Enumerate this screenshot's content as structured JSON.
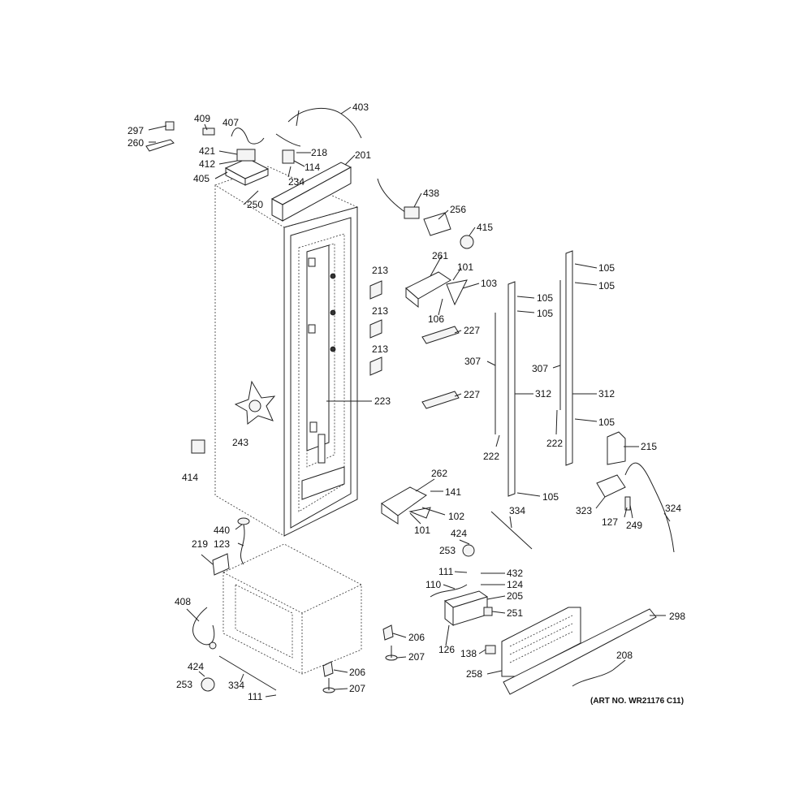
{
  "diagram": {
    "art_number": "(ART NO. WR21176 C11)",
    "callouts": [
      {
        "id": "c297",
        "text": "297"
      },
      {
        "id": "c260",
        "text": "260"
      },
      {
        "id": "c409",
        "text": "409"
      },
      {
        "id": "c407",
        "text": "407"
      },
      {
        "id": "c421",
        "text": "421"
      },
      {
        "id": "c412",
        "text": "412"
      },
      {
        "id": "c405",
        "text": "405"
      },
      {
        "id": "c403",
        "text": "403"
      },
      {
        "id": "c218",
        "text": "218"
      },
      {
        "id": "c114",
        "text": "114"
      },
      {
        "id": "c234",
        "text": "234"
      },
      {
        "id": "c201",
        "text": "201"
      },
      {
        "id": "c250",
        "text": "250"
      },
      {
        "id": "c438",
        "text": "438"
      },
      {
        "id": "c256",
        "text": "256"
      },
      {
        "id": "c415",
        "text": "415"
      },
      {
        "id": "c213a",
        "text": "213"
      },
      {
        "id": "c213b",
        "text": "213"
      },
      {
        "id": "c213c",
        "text": "213"
      },
      {
        "id": "c261",
        "text": "261"
      },
      {
        "id": "c101a",
        "text": "101"
      },
      {
        "id": "c103",
        "text": "103"
      },
      {
        "id": "c106",
        "text": "106"
      },
      {
        "id": "c227a",
        "text": "227"
      },
      {
        "id": "c227b",
        "text": "227"
      },
      {
        "id": "c223",
        "text": "223"
      },
      {
        "id": "c243",
        "text": "243"
      },
      {
        "id": "c414",
        "text": "414"
      },
      {
        "id": "c105a",
        "text": "105"
      },
      {
        "id": "c105b",
        "text": "105"
      },
      {
        "id": "c105c",
        "text": "105"
      },
      {
        "id": "c105d",
        "text": "105"
      },
      {
        "id": "c105e",
        "text": "105"
      },
      {
        "id": "c105f",
        "text": "105"
      },
      {
        "id": "c307a",
        "text": "307"
      },
      {
        "id": "c307b",
        "text": "307"
      },
      {
        "id": "c312a",
        "text": "312"
      },
      {
        "id": "c312b",
        "text": "312"
      },
      {
        "id": "c222a",
        "text": "222"
      },
      {
        "id": "c222b",
        "text": "222"
      },
      {
        "id": "c215",
        "text": "215"
      },
      {
        "id": "c262",
        "text": "262"
      },
      {
        "id": "c141",
        "text": "141"
      },
      {
        "id": "c102",
        "text": "102"
      },
      {
        "id": "c101b",
        "text": "101"
      },
      {
        "id": "c334a",
        "text": "334"
      },
      {
        "id": "c424a",
        "text": "424"
      },
      {
        "id": "c253a",
        "text": "253"
      },
      {
        "id": "c323",
        "text": "323"
      },
      {
        "id": "c127",
        "text": "127"
      },
      {
        "id": "c249",
        "text": "249"
      },
      {
        "id": "c324",
        "text": "324"
      },
      {
        "id": "c440",
        "text": "440"
      },
      {
        "id": "c123",
        "text": "123"
      },
      {
        "id": "c219",
        "text": "219"
      },
      {
        "id": "c408",
        "text": "408"
      },
      {
        "id": "c424b",
        "text": "424"
      },
      {
        "id": "c253b",
        "text": "253"
      },
      {
        "id": "c334b",
        "text": "334"
      },
      {
        "id": "c111a",
        "text": "111"
      },
      {
        "id": "c206a",
        "text": "206"
      },
      {
        "id": "c207a",
        "text": "207"
      },
      {
        "id": "c206b",
        "text": "206"
      },
      {
        "id": "c207b",
        "text": "207"
      },
      {
        "id": "c111b",
        "text": "111"
      },
      {
        "id": "c432",
        "text": "432"
      },
      {
        "id": "c110",
        "text": "110"
      },
      {
        "id": "c124",
        "text": "124"
      },
      {
        "id": "c205",
        "text": "205"
      },
      {
        "id": "c251",
        "text": "251"
      },
      {
        "id": "c126",
        "text": "126"
      },
      {
        "id": "c138",
        "text": "138"
      },
      {
        "id": "c258",
        "text": "258"
      },
      {
        "id": "c298",
        "text": "298"
      },
      {
        "id": "c208",
        "text": "208"
      }
    ]
  }
}
